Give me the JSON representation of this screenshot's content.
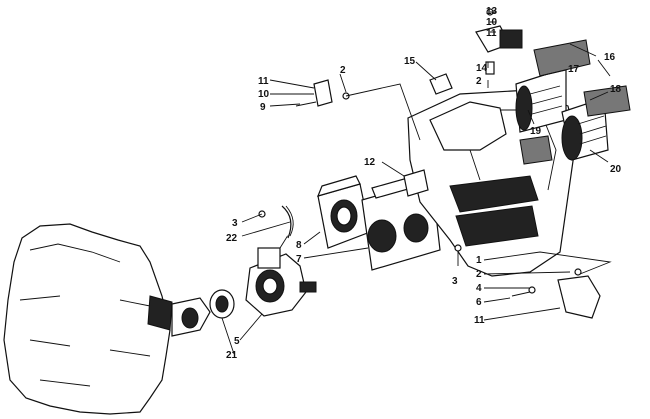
{
  "diagram": {
    "labels": [
      "13",
      "10",
      "11",
      "16",
      "15",
      "11",
      "10",
      "9",
      "2",
      "17",
      "14",
      "2",
      "18",
      "19",
      "12",
      "20",
      "3",
      "22",
      "8",
      "7",
      "3",
      "1",
      "2",
      "4",
      "6",
      "11",
      "5",
      "21"
    ],
    "colors": {
      "ink": "#111111",
      "background": "#ffffff",
      "shade": "#222222"
    }
  }
}
